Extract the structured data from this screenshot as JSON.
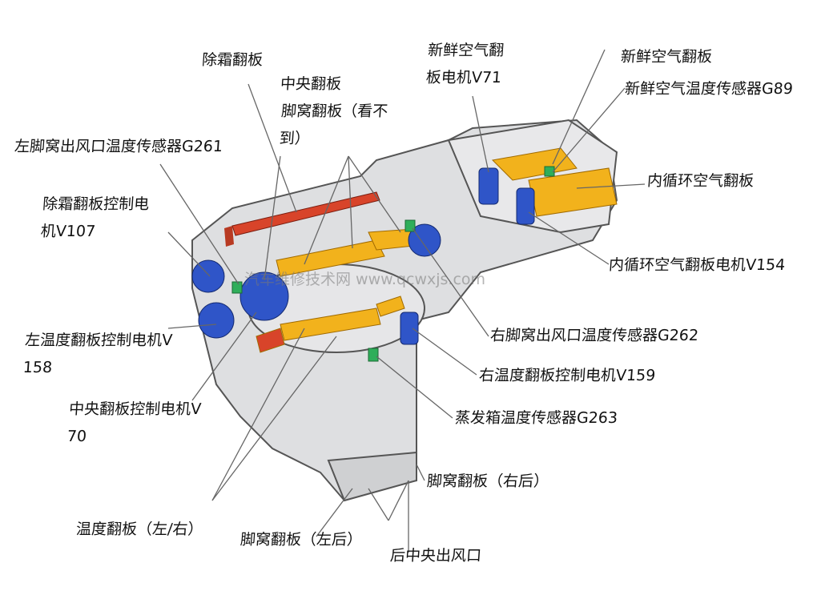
{
  "labels": {
    "defrost_flap": "除霜翻板",
    "central_flap": "中央翻板",
    "footwell_flap_hidden": "脚窝翻板（看不到）",
    "fresh_air_motor": "新鲜空气翻板电机V71",
    "fresh_air_flap": "新鲜空气翻板",
    "fresh_air_sensor": "新鲜空气温度传感器G89",
    "left_footwell_sensor": "左脚窝出风口温度传感器G261",
    "recirc_flap": "内循环空气翻板",
    "defrost_motor": "除霜翻板控制电机V107",
    "recirc_motor": "内循环空气翻板电机V154",
    "left_temp_motor": "左温度翻板控制电机V158",
    "right_footwell_sensor": "右脚窝出风口温度传感器G262",
    "right_temp_motor": "右温度翻板控制电机V159",
    "central_motor": "中央翻板控制电机V70",
    "evaporator_sensor": "蒸发箱温度传感器G263",
    "footwell_flap_right_rear": "脚窝翻板（右后）",
    "temp_flap": "温度翻板（左/右）",
    "footwell_flap_left_rear": "脚窝翻板（左后）",
    "rear_center_vent": "后中央出风口"
  },
  "watermark": "汽车维修技术网 www.qcwxjs.com",
  "colors": {
    "housing": "#d9dadc",
    "flap": "#f2b21c",
    "motor": "#2f55c8",
    "sensor": "#2fae5a",
    "defrost": "#d8442a"
  }
}
